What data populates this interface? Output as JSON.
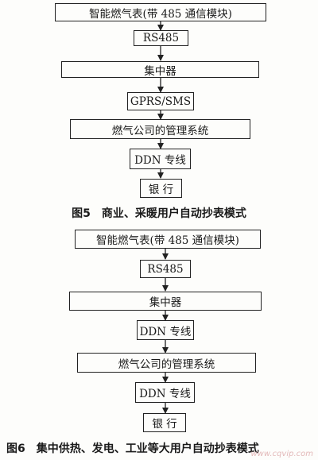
{
  "figure5": {
    "caption": "图5　商业、采暖用户自动抄表模式",
    "nodes": [
      "智能燃气表(带 485 通信模块)",
      "RS485",
      "集中器",
      "GPRS/SMS",
      "燃气公司的管理系统",
      "DDN 专线",
      "银 行"
    ]
  },
  "figure6": {
    "caption": "图6　集中供热、发电、工业等大用户自动抄表模式",
    "nodes": [
      "智能燃气表(带 485 通信模块)",
      "RS485",
      "集中器",
      "DDN 专线",
      "燃气公司的管理系统",
      "DDN 专线",
      "银 行"
    ]
  },
  "watermark": "www.cqvip.com"
}
